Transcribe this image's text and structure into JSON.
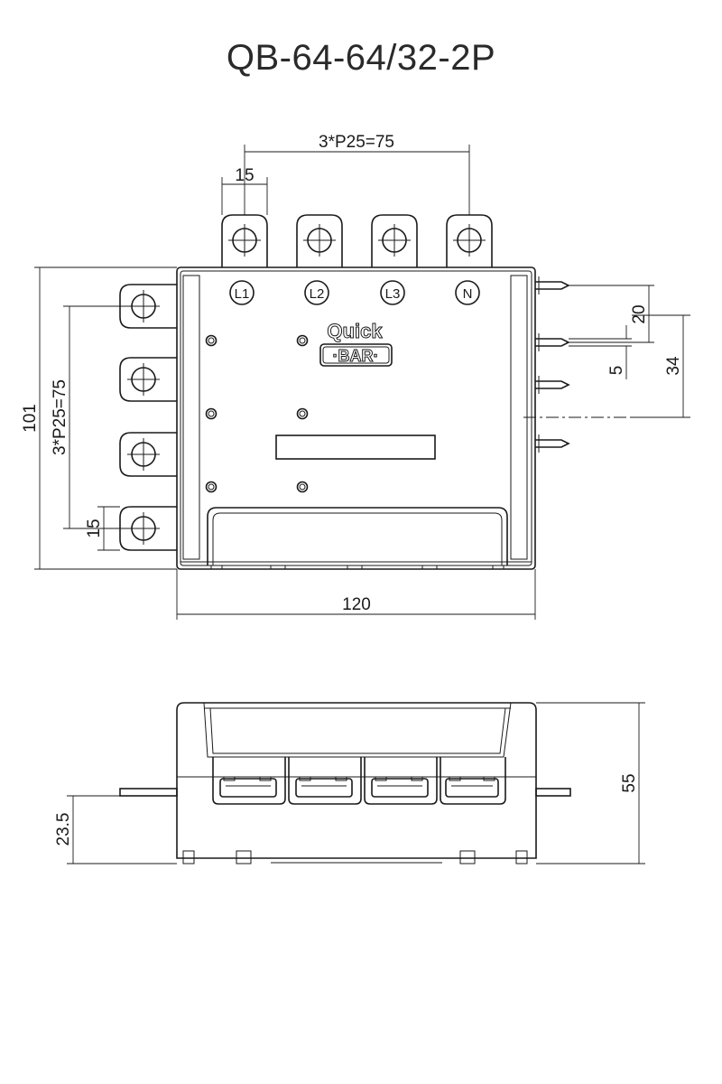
{
  "title": "QB-64-64/32-2P",
  "brand": {
    "line1": "Quick",
    "line2": "·BAR·"
  },
  "terminals": [
    "L1",
    "L2",
    "L3",
    "N"
  ],
  "dimensions": {
    "pitch_top": "3*P25=75",
    "tab_width_top": "15",
    "width": "120",
    "height": "101",
    "pitch_left": "3*P25=75",
    "tab_width_left": "15",
    "pin_spacing": "20",
    "pin_offset": "34",
    "pin_width": "5",
    "side_height": "55",
    "side_pin_height": "23.5"
  }
}
